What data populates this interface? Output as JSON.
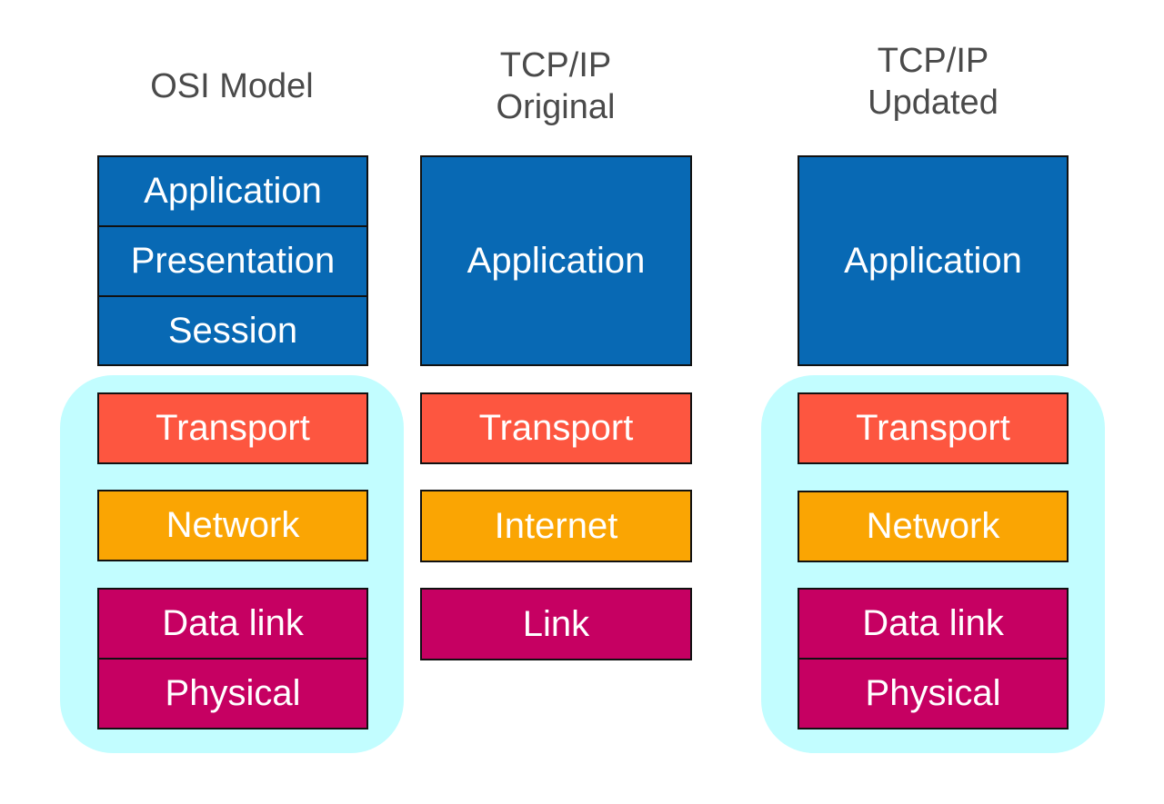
{
  "colors": {
    "application": "#0869b4",
    "transport": "#fd5640",
    "network": "#faa503",
    "link": "#c60062",
    "highlight": "#c2fdff",
    "title_text": "#4a4a4a"
  },
  "osi": {
    "title": "OSI Model",
    "application": "Application",
    "presentation": "Presentation",
    "session": "Session",
    "transport": "Transport",
    "network": "Network",
    "data_link": "Data link",
    "physical": "Physical"
  },
  "tcpip_original": {
    "title": "TCP/IP\nOriginal",
    "application": "Application",
    "transport": "Transport",
    "internet": "Internet",
    "link": "Link"
  },
  "tcpip_updated": {
    "title": "TCP/IP\nUpdated",
    "application": "Application",
    "transport": "Transport",
    "network": "Network",
    "data_link": "Data link",
    "physical": "Physical"
  }
}
